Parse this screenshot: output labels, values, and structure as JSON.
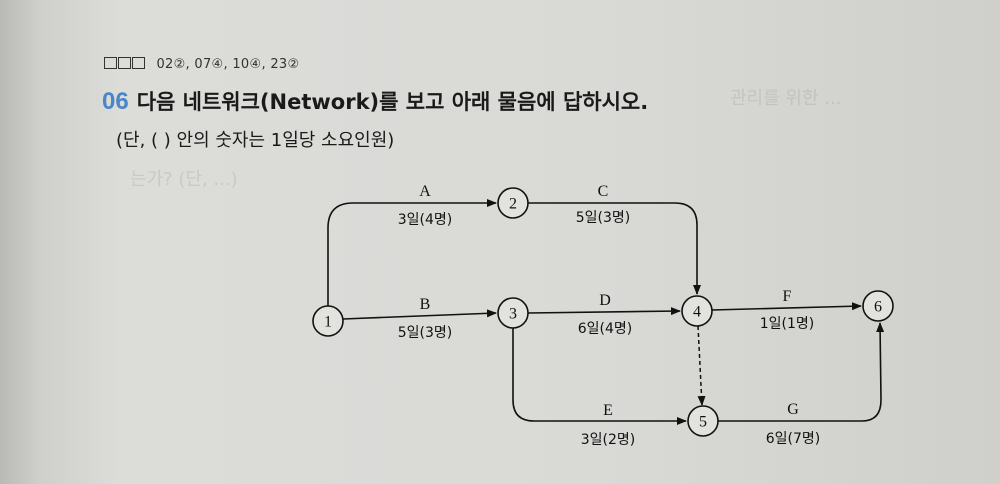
{
  "header": {
    "reference": "02②, 07④, 10④, 23②",
    "question_number": "06",
    "question_text": "다음 네트워크(Network)를 보고 아래 물음에 답하시오.",
    "note": "(단, (    ) 안의 숫자는 1일당 소요인원)"
  },
  "nodes": [
    "1",
    "2",
    "3",
    "4",
    "5",
    "6"
  ],
  "activities": [
    {
      "id": "A",
      "from": "1",
      "to": "2",
      "duration": "3일(4명)"
    },
    {
      "id": "B",
      "from": "1",
      "to": "3",
      "duration": "5일(3명)"
    },
    {
      "id": "C",
      "from": "2",
      "to": "4",
      "duration": "5일(3명)"
    },
    {
      "id": "D",
      "from": "3",
      "to": "4",
      "duration": "6일(4명)"
    },
    {
      "id": "E",
      "from": "3",
      "to": "5",
      "duration": "3일(2명)"
    },
    {
      "id": "F",
      "from": "4",
      "to": "6",
      "duration": "1일(1명)"
    },
    {
      "id": "G",
      "from": "5",
      "to": "6",
      "duration": "6일(7명)"
    }
  ],
  "dummy": {
    "from": "4",
    "to": "5"
  }
}
